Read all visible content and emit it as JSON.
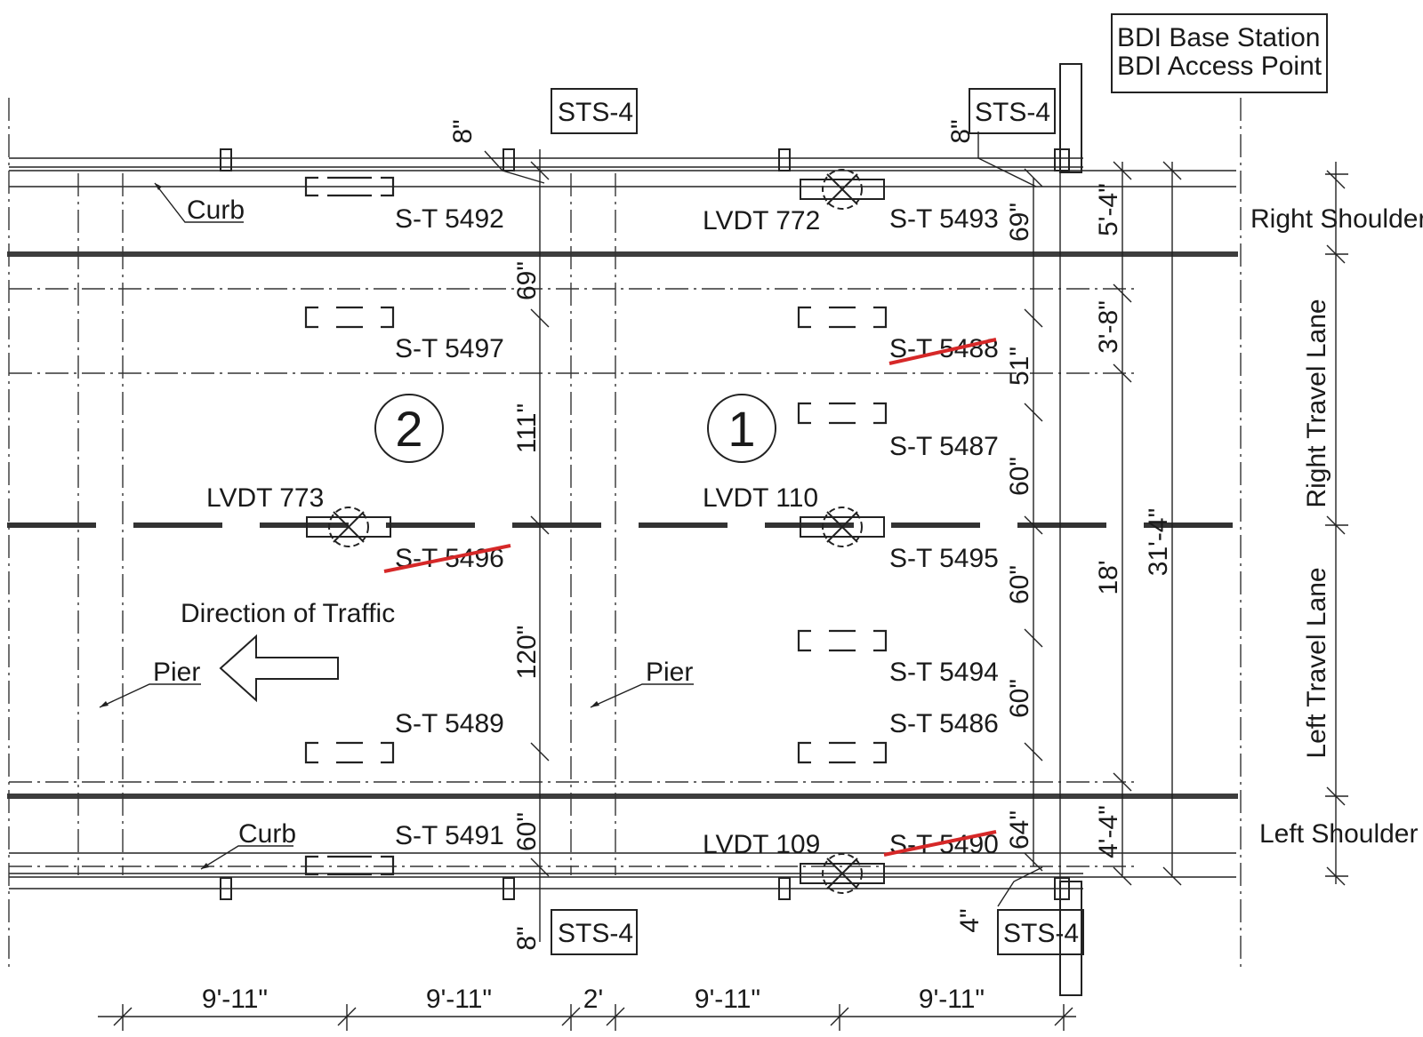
{
  "legend": {
    "base_station": "BDI Base Station",
    "access_point": "BDI Access Point"
  },
  "sts_boxes": {
    "top_left": "STS-4",
    "top_right": "STS-4",
    "bottom_left": "STS-4",
    "bottom_right": "STS-4"
  },
  "curbs": {
    "top": "Curb",
    "bottom": "Curb"
  },
  "piers": {
    "left": "Pier",
    "right": "Pier"
  },
  "spans": {
    "span1": "1",
    "span2": "2"
  },
  "traffic": {
    "label": "Direction of Traffic"
  },
  "lanes": {
    "right_shoulder": "Right Shoulder",
    "right_travel": "Right Travel Lane",
    "left_travel": "Left Travel Lane",
    "left_shoulder": "Left Shoulder"
  },
  "gages": {
    "st5492": "S-T 5492",
    "st5493": "S-T 5493",
    "st5497": "S-T 5497",
    "st5488": "S-T 5488",
    "st5487": "S-T 5487",
    "st5496": "S-T 5496",
    "st5495": "S-T 5495",
    "st5494": "S-T 5494",
    "st5489": "S-T 5489",
    "st5486": "S-T 5486",
    "st5491": "S-T 5491",
    "st5490": "S-T 5490"
  },
  "lvdts": {
    "l772": "LVDT 772",
    "l773": "LVDT 773",
    "l110": "LVDT 110",
    "l109": "LVDT 109"
  },
  "dims_vertical": {
    "top_left_8": "8\"",
    "top_right_8": "8\"",
    "d69_mid": "69\"",
    "d69_right": "69\"",
    "d111": "111\"",
    "d120": "120\"",
    "d60_left": "60\"",
    "d8_bottom": "8\"",
    "d51": "51\"",
    "d60_a": "60\"",
    "d60_b": "60\"",
    "d60_c": "60\"",
    "d64": "64\"",
    "d4": "4\"",
    "d5_4": "5'-4\"",
    "d3_8": "3'-8\"",
    "d18": "18'",
    "d4_4": "4'-4\"",
    "d31_4": "31'-4\""
  },
  "dims_horizontal": {
    "a": "9'-11\"",
    "b": "9'-11\"",
    "c": "2'",
    "d": "9'-11\"",
    "e": "9'-11\""
  }
}
